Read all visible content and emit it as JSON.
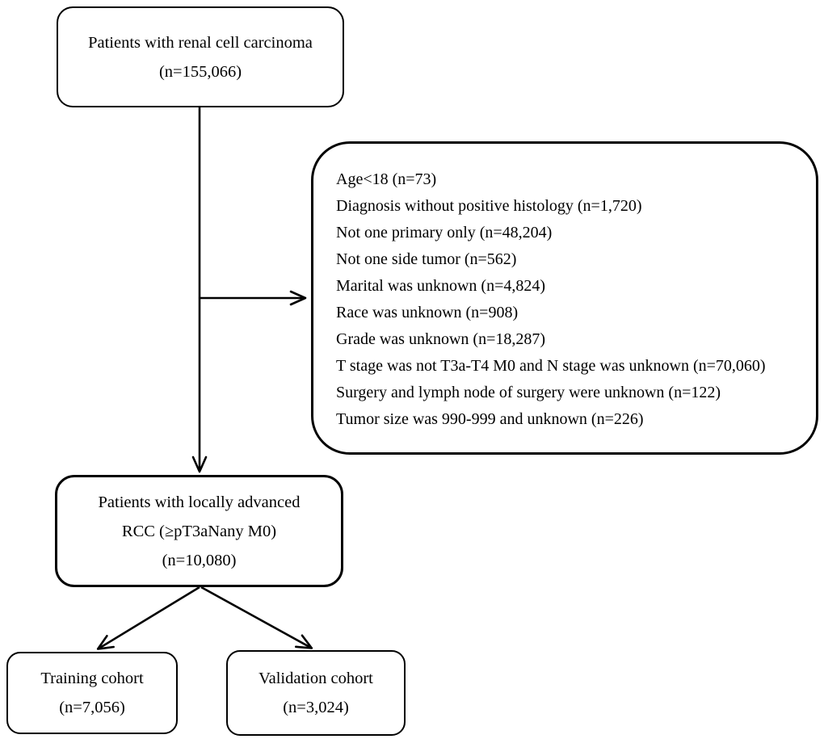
{
  "diagram": {
    "top_box": {
      "lines": [
        "Patients with renal cell carcinoma",
        "(n=155,066)"
      ]
    },
    "exclusion_box": {
      "items": [
        "Age<18 (n=73)",
        "Diagnosis without positive histology (n=1,720)",
        "Not one primary only (n=48,204)",
        "Not one side tumor (n=562)",
        "Marital was unknown (n=4,824)",
        "Race was unknown (n=908)",
        "Grade was unknown (n=18,287)",
        "T stage was not T3a-T4 M0 and N stage was unknown (n=70,060)",
        "Surgery and lymph node of surgery were unknown (n=122)",
        "Tumor size was 990-999 and unknown (n=226)"
      ]
    },
    "middle_box": {
      "lines": [
        "Patients with locally advanced",
        "RCC (≥pT3aNany M0)",
        "(n=10,080)"
      ]
    },
    "training_box": {
      "lines": [
        "Training cohort",
        "(n=7,056)"
      ]
    },
    "validation_box": {
      "lines": [
        "Validation cohort",
        "(n=3,024)"
      ]
    }
  },
  "colors": {
    "border": "#000000",
    "background": "#ffffff",
    "text": "#000000"
  }
}
